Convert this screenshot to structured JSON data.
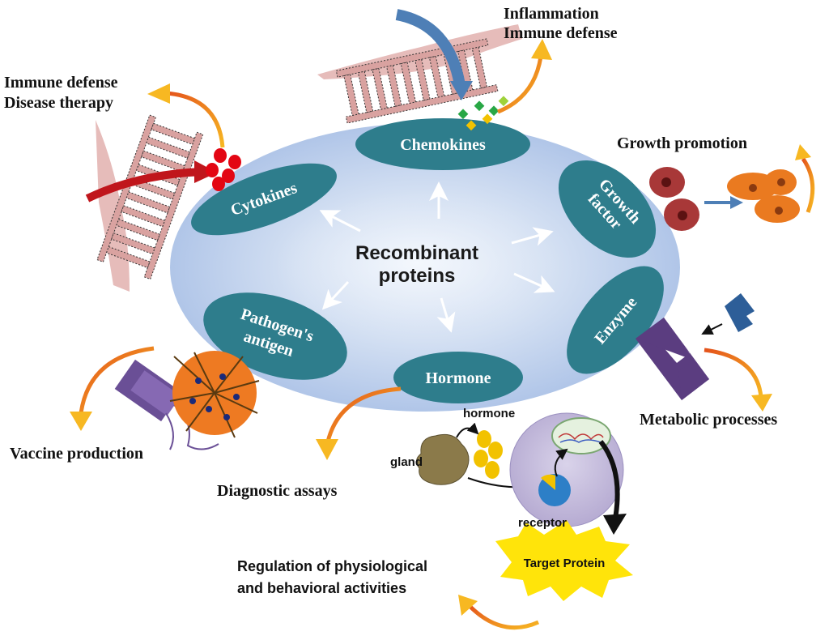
{
  "center": {
    "line1": "Recombinant",
    "line2": "proteins"
  },
  "ovals": {
    "chemokines": "Chemokines",
    "cytokines": "Cytokines",
    "growth_factor_line1": "Growth",
    "growth_factor_line2": "factor",
    "pathogen_line1": "Pathogen's",
    "pathogen_line2": "antigen",
    "hormone": "Hormone",
    "enzyme": "Enzyme"
  },
  "outcomes": {
    "inflammation_line1": "Inflammation",
    "inflammation_line2": "Immune defense",
    "immune_line1": "Immune defense",
    "immune_line2": "Disease therapy",
    "growth_promotion": "Growth promotion",
    "metabolic": "Metabolic processes",
    "vaccine": "Vaccine production",
    "diagnostic": "Diagnostic assays",
    "regulation_line1": "Regulation of physiological",
    "regulation_line2": "and behavioral activities"
  },
  "hormone_panel": {
    "gland": "gland",
    "hormone": "hormone",
    "receptor": "receptor",
    "target_protein": "Target Protein"
  },
  "colors": {
    "main_ellipse": "#b9cdeb",
    "oval_fill": "#2e7d8c",
    "dna_fill": "#d9a2a0",
    "orange_arrow": "#f0a01e",
    "starburst": "#ffe40a",
    "cell_fill": "#cbc3df",
    "enzyme_purple": "#5b3d80",
    "growth_red": "#a83838",
    "growth_orange": "#ea7a20"
  }
}
